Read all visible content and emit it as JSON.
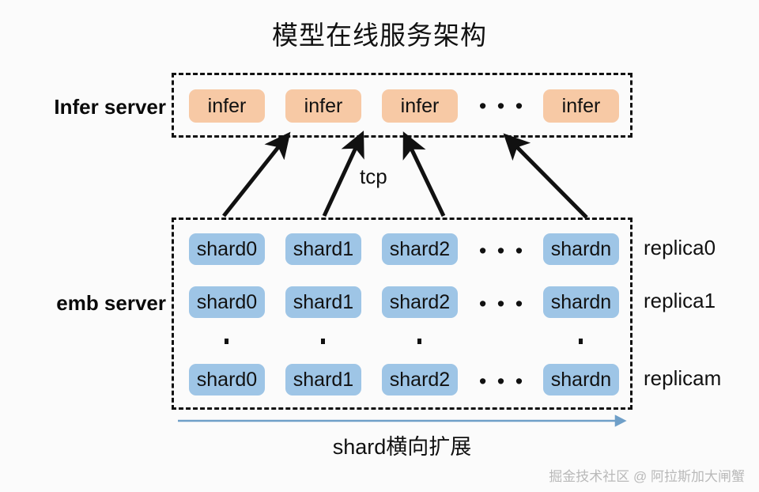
{
  "title": "模型在线服务架构",
  "labels": {
    "infer_server": "Infer server",
    "emb_server": "emb server",
    "tcp": "tcp",
    "scale_direction": "shard横向扩展"
  },
  "infer_row": {
    "nodes": [
      "infer",
      "infer",
      "infer"
    ],
    "ellipsis": "• • •",
    "tail_node": "infer"
  },
  "emb_rows": [
    {
      "replica": "replica0",
      "shards": [
        "shard0",
        "shard1",
        "shard2"
      ],
      "ellipsis": "• • •",
      "tail_shard": "shardn"
    },
    {
      "replica": "replica1",
      "shards": [
        "shard0",
        "shard1",
        "shard2"
      ],
      "ellipsis": "• • •",
      "tail_shard": "shardn"
    },
    {
      "replica": "replicam",
      "shards": [
        "shard0",
        "shard1",
        "shard2"
      ],
      "ellipsis": "• • •",
      "tail_shard": "shardn"
    }
  ],
  "colors": {
    "infer_chip": "#f7c9a5",
    "shard_chip": "#9ec5e6",
    "arrow_black": "#111111",
    "scale_arrow": "#6f9fc8",
    "dashed_border": "#111111",
    "background": "#fbfbfb"
  },
  "watermark": "掘金技术社区 @ 阿拉斯加大闸蟹"
}
